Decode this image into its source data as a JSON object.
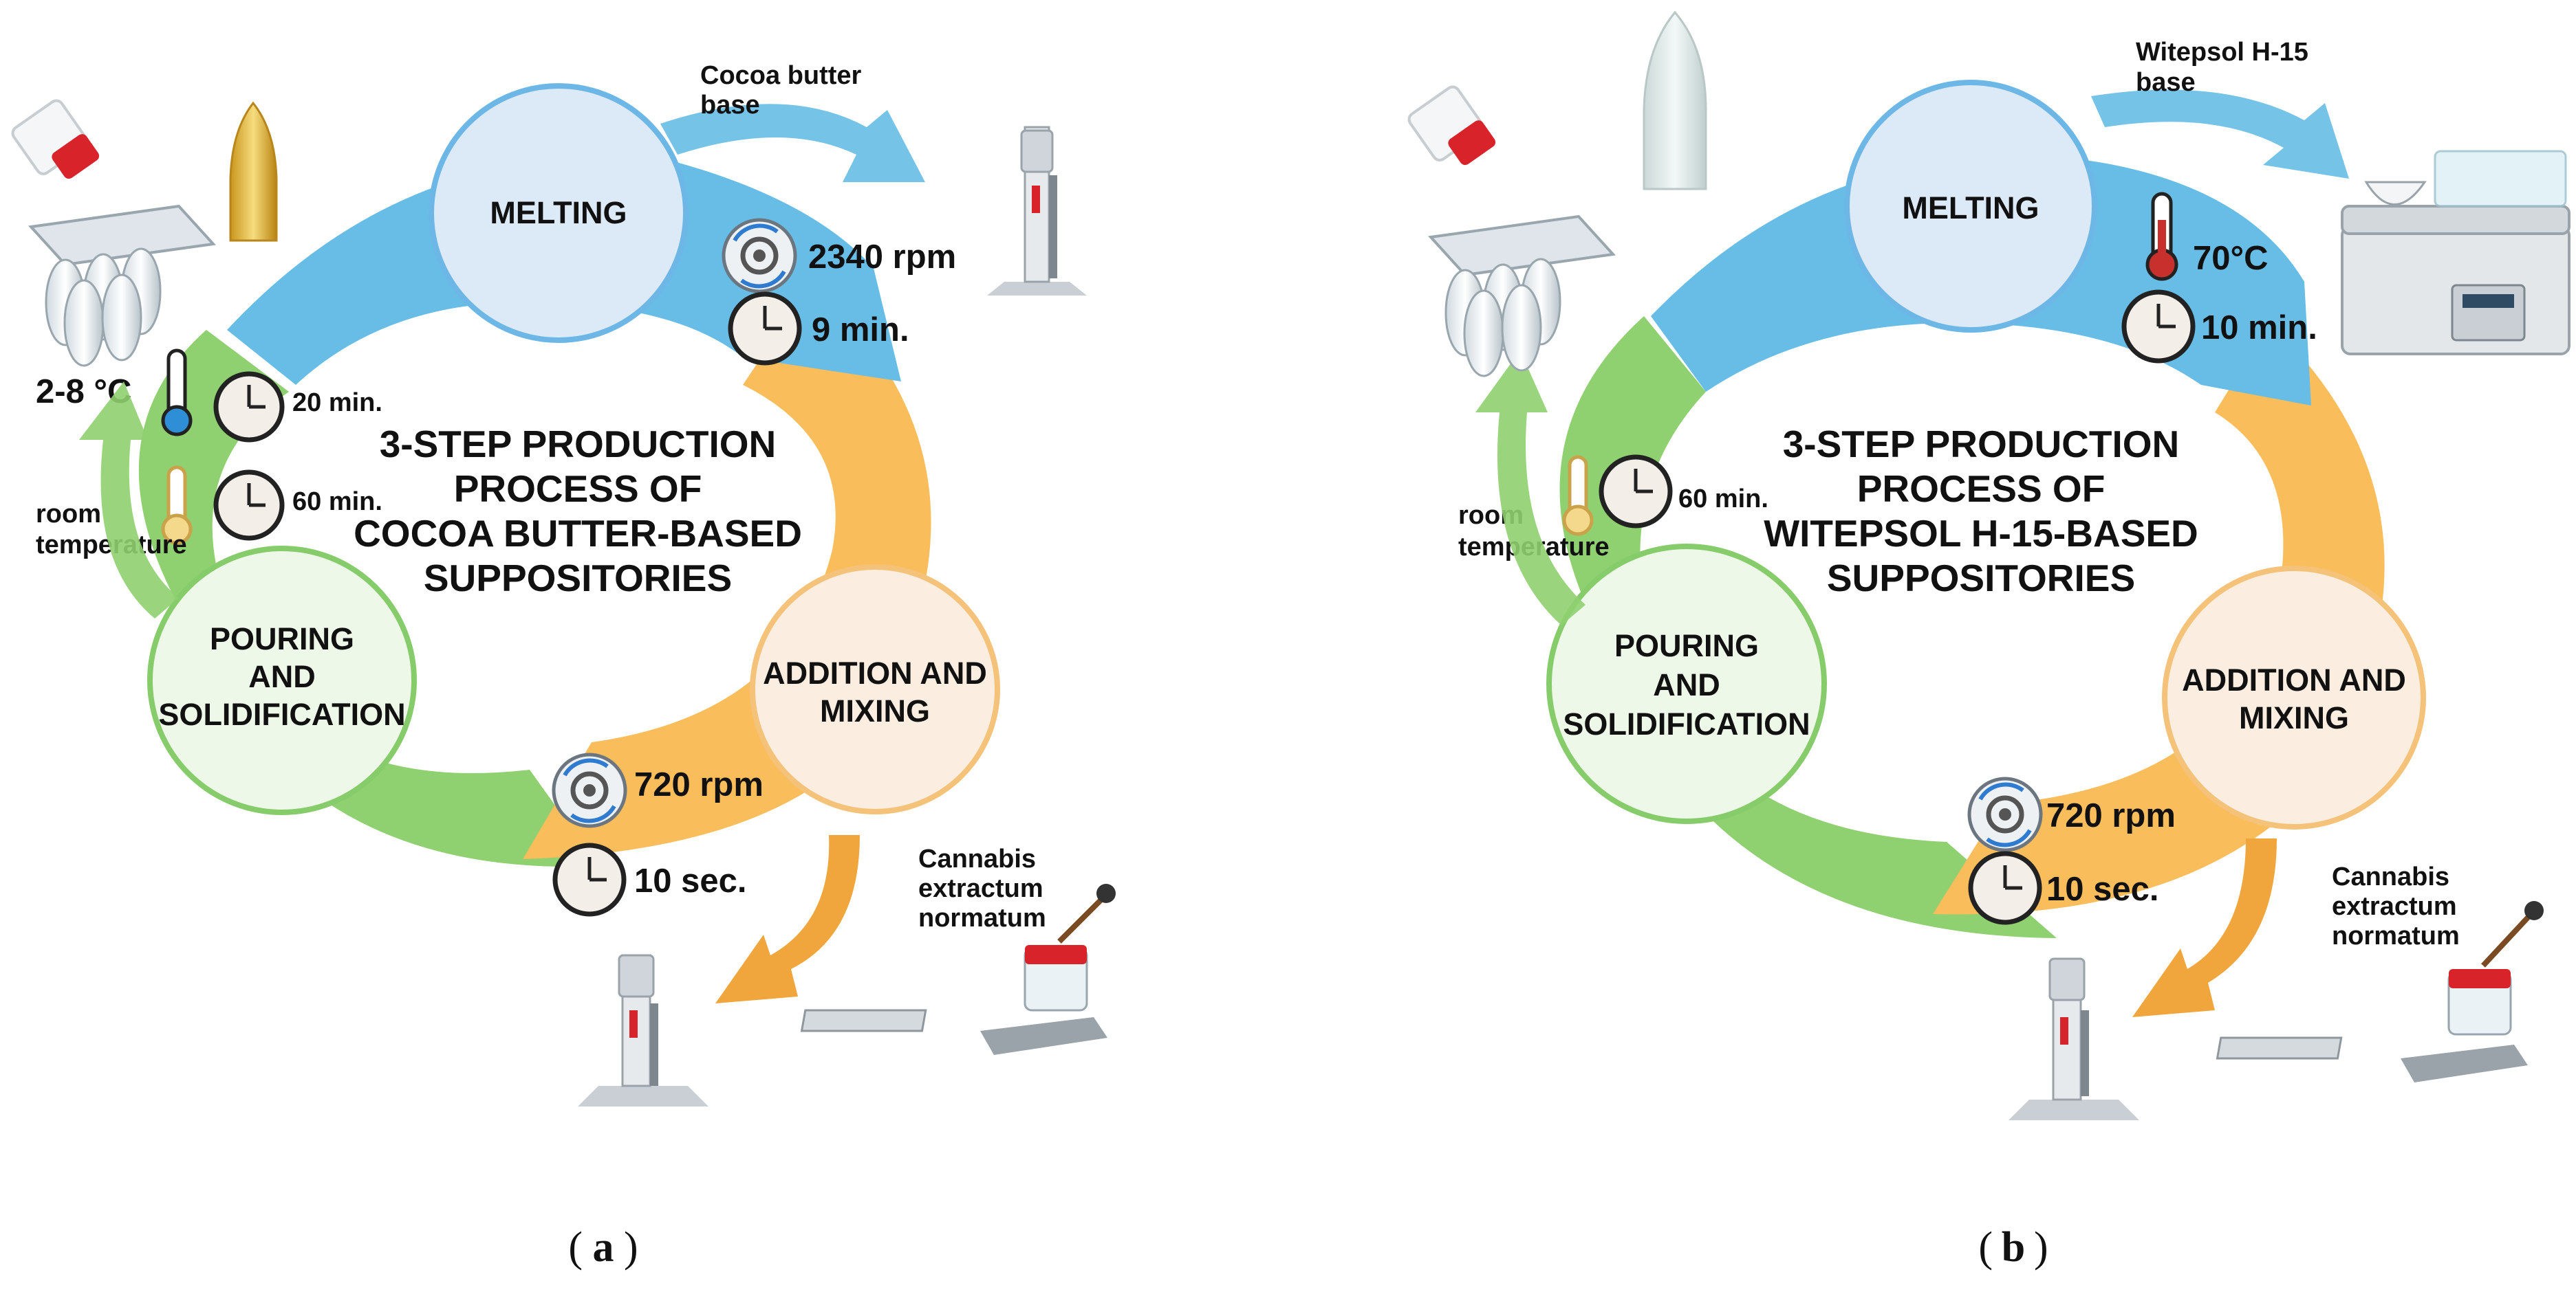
{
  "colors": {
    "melting": "#67bde6",
    "mixing": "#f9bd5c",
    "solidification": "#8fd070",
    "melting_circle_fill": "#dce9f7",
    "mixing_circle_fill": "#fbeee1",
    "solid_circle_fill": "#eef8e8",
    "orange_arrow": "#f0a63d"
  },
  "panels": [
    {
      "caption_letter": "a",
      "title_lines": [
        "3-STEP PRODUCTION",
        "PROCESS OF",
        "COCOA BUTTER-BASED",
        "SUPPOSITORIES"
      ],
      "stages": {
        "melting": [
          "MELTING"
        ],
        "mixing": [
          "ADDITION AND",
          "MIXING"
        ],
        "solidification": [
          "POURING",
          "AND",
          "SOLIDIFICATION"
        ]
      },
      "base_label": [
        "Cocoa butter",
        "base"
      ],
      "melting_params": [
        "2340 rpm",
        "9 min."
      ],
      "melting_param_icons": [
        "rotation-icon",
        "clock-icon"
      ],
      "mixing_params": [
        "720 rpm",
        "10 sec."
      ],
      "additive_label": [
        "Cannabis",
        "extractum",
        "normatum"
      ],
      "cold_temp": "2-8 °C",
      "cold_time": "20 min.",
      "room_temp": [
        "room",
        "temperature"
      ],
      "room_time": "60 min."
    },
    {
      "caption_letter": "b",
      "title_lines": [
        "3-STEP PRODUCTION",
        "PROCESS OF",
        "WITEPSOL H-15-BASED",
        "SUPPOSITORIES"
      ],
      "stages": {
        "melting": [
          "MELTING"
        ],
        "mixing": [
          "ADDITION AND",
          "MIXING"
        ],
        "solidification": [
          "POURING",
          "AND",
          "SOLIDIFICATION"
        ]
      },
      "base_label": [
        "Witepsol H-15",
        "base"
      ],
      "melting_params": [
        "70°C",
        "10 min."
      ],
      "melting_param_icons": [
        "thermometer-icon",
        "clock-icon"
      ],
      "mixing_params": [
        "720 rpm",
        "10 sec."
      ],
      "additive_label": [
        "Cannabis",
        "extractum",
        "normatum"
      ],
      "room_temp": [
        "room",
        "temperature"
      ],
      "room_time": "60 min."
    }
  ]
}
